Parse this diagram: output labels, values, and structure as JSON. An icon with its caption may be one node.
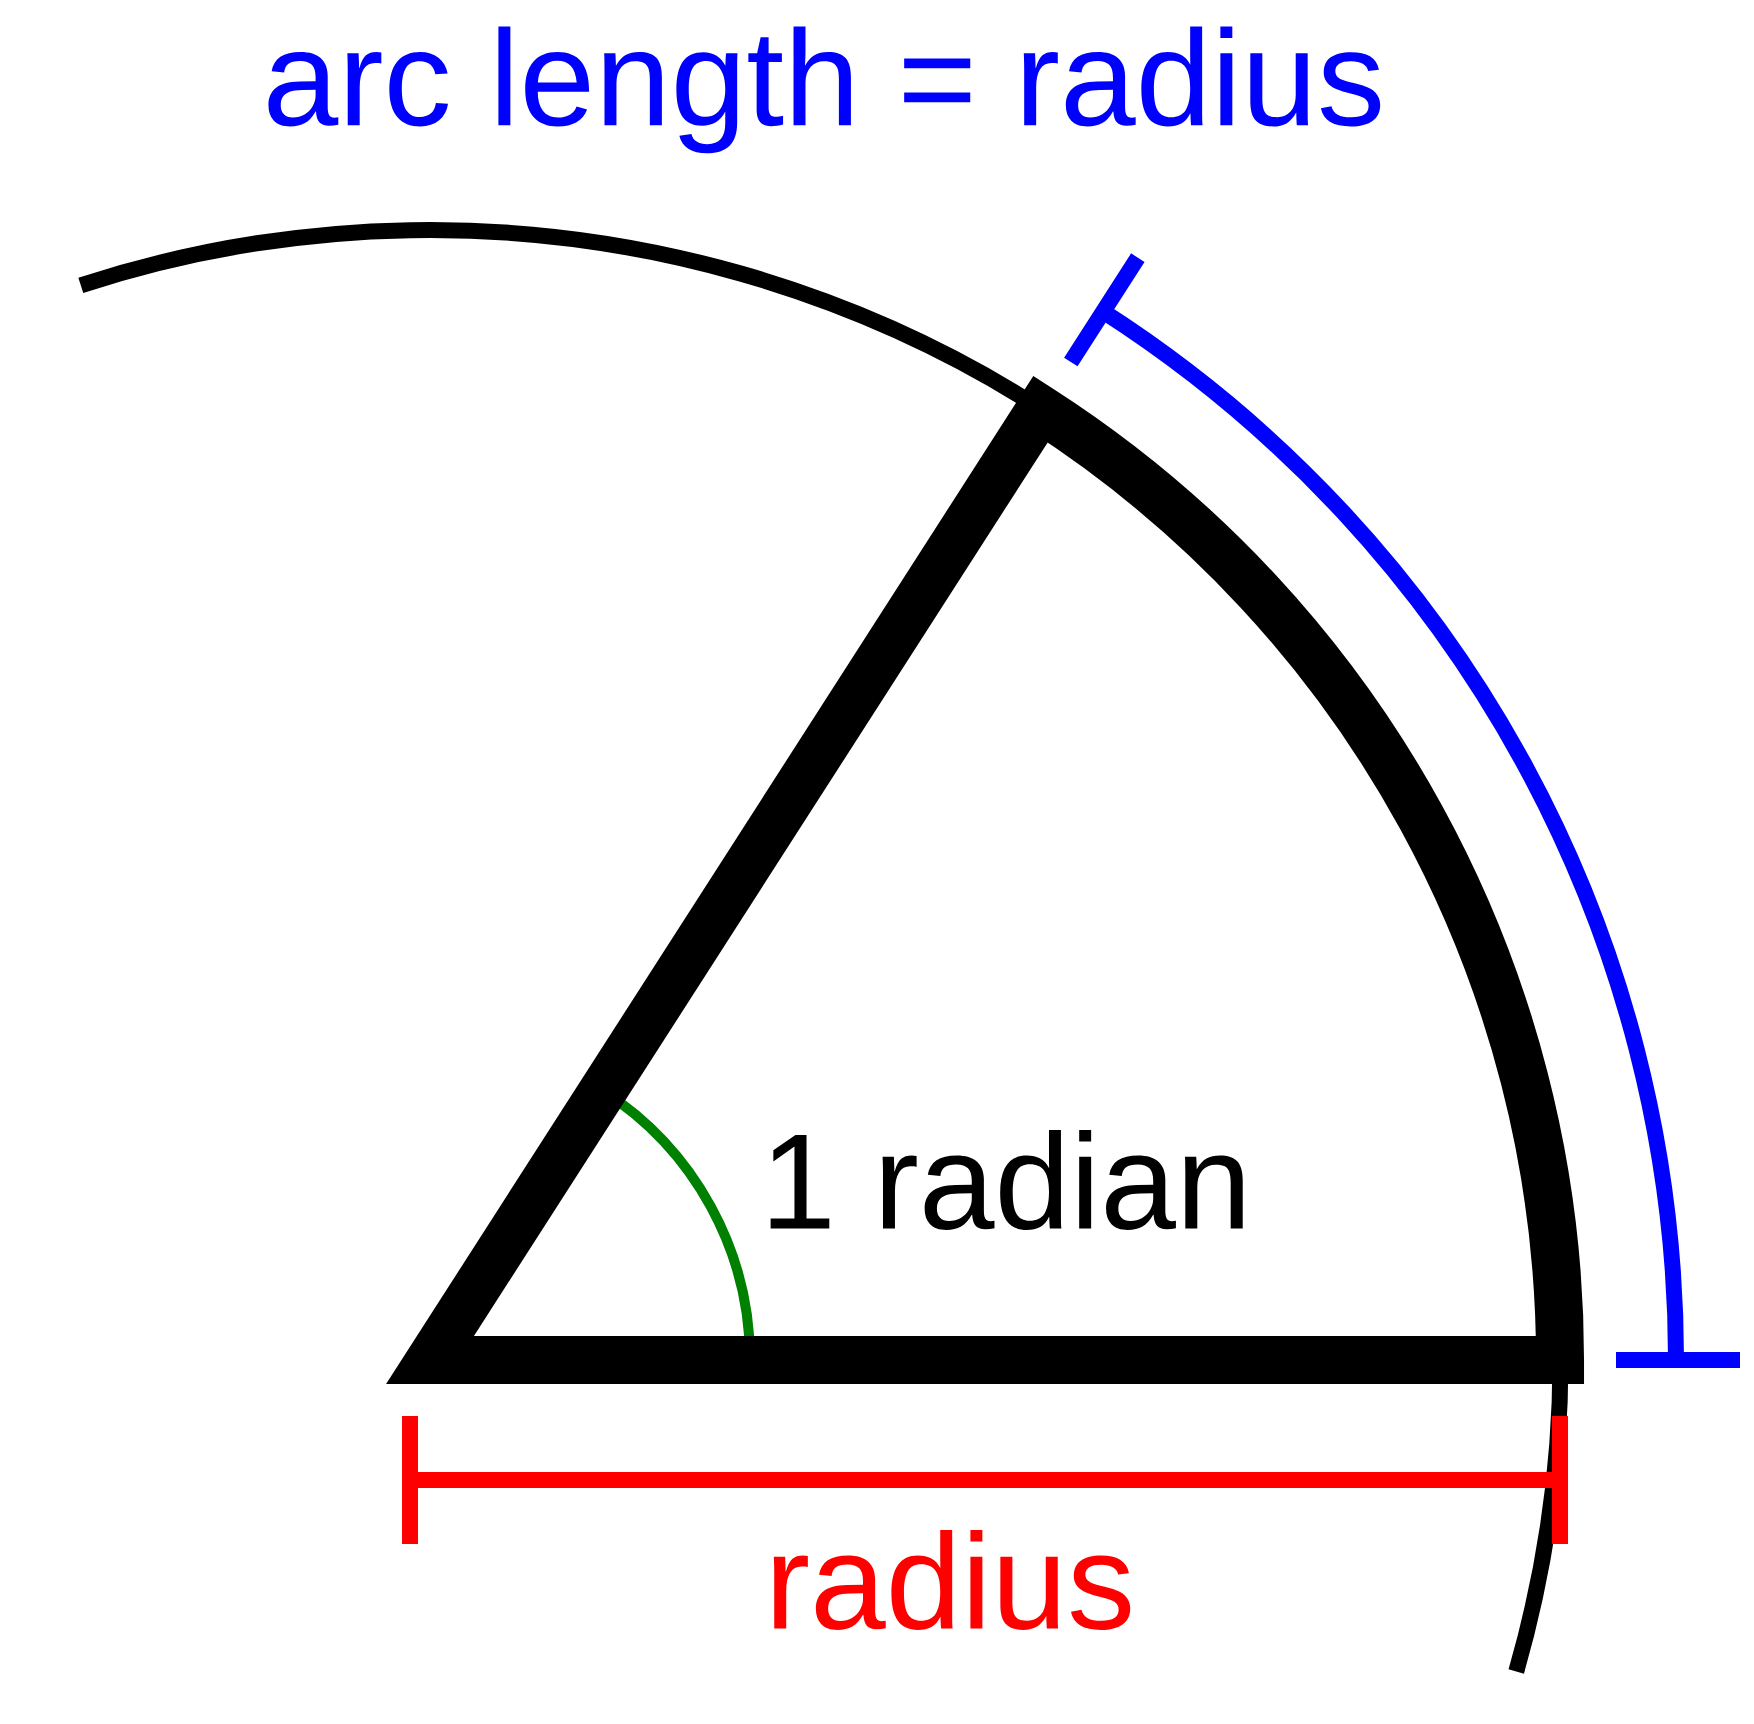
{
  "diagram": {
    "labels": [
      "arc length = radius",
      "1 radian",
      "radius"
    ]
  }
}
